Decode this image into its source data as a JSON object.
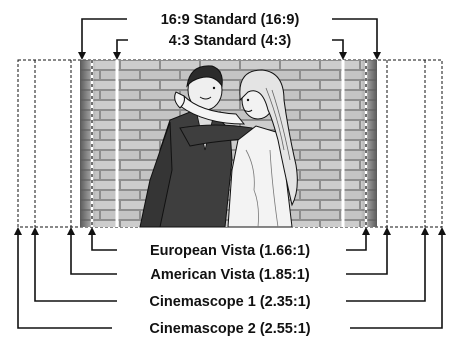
{
  "diagram": {
    "labels": {
      "standard_16_9": "16:9 Standard (16:9)",
      "standard_4_3": "4:3 Standard (4:3)",
      "european_vista": "European Vista (1.66:1)",
      "american_vista": "American Vista (1.85:1)",
      "cinemascope_1": "Cinemascope 1 (2.35:1)",
      "cinemascope_2": "Cinemascope 2 (2.55:1)"
    },
    "image": {
      "subject": "couple-embracing-illustration",
      "background": "brick-wall"
    },
    "colors": {
      "line": "#111111",
      "brick": "#cfcfcf",
      "mortar": "#8a8a8a",
      "skin": "#f2f2f2"
    }
  }
}
